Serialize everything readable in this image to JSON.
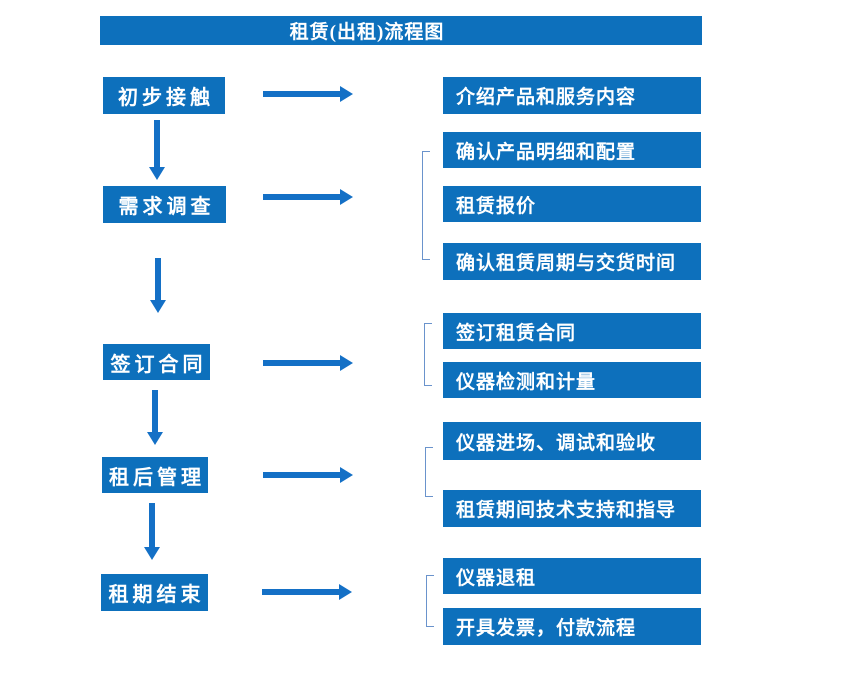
{
  "diagram": {
    "title": "租赁(出租)流程图",
    "colors": {
      "box_blue": "#0d70bc",
      "arrow_blue": "#1470c6",
      "bracket_blue": "#6a93cc",
      "text_white": "#ffffff"
    },
    "steps": [
      {
        "label": "初步接触",
        "outputs": [
          "介绍产品和服务内容"
        ]
      },
      {
        "label": "需求调查",
        "outputs": [
          "确认产品明细和配置",
          "租赁报价",
          "确认租赁周期与交货时间"
        ]
      },
      {
        "label": "签订合同",
        "outputs": [
          "签订租赁合同",
          "仪器检测和计量"
        ]
      },
      {
        "label": "租后管理",
        "outputs": [
          "仪器进场、调试和验收",
          "租赁期间技术支持和指导"
        ]
      },
      {
        "label": "租期结束",
        "outputs": [
          "仪器退租",
          "开具发票，付款流程"
        ]
      }
    ]
  }
}
